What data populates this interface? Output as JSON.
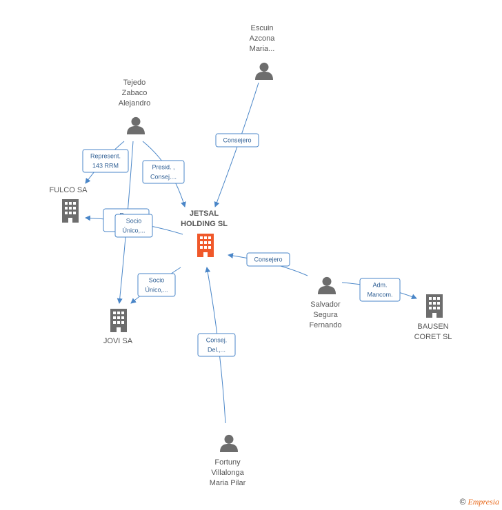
{
  "colors": {
    "edge": "#4a86c8",
    "person": "#6d6d6d",
    "company": "#6d6d6d",
    "main_company": "#f0582a"
  },
  "nodes": [
    {
      "id": "jetsal",
      "type": "company-main",
      "label": [
        "JETSAL",
        "HOLDING SL"
      ]
    },
    {
      "id": "escuin",
      "type": "person",
      "label": [
        "Escuin",
        "Azcona",
        "Maria..."
      ]
    },
    {
      "id": "tejedo",
      "type": "person",
      "label": [
        "Tejedo",
        "Zabaco",
        "Alejandro"
      ]
    },
    {
      "id": "fulco",
      "type": "company",
      "label": [
        "FULCO SA"
      ]
    },
    {
      "id": "jovi",
      "type": "company",
      "label": [
        "JOVI SA"
      ]
    },
    {
      "id": "salvador",
      "type": "person",
      "label": [
        "Salvador",
        "Segura",
        "Fernando"
      ]
    },
    {
      "id": "bausen",
      "type": "company",
      "label": [
        "BAUSEN",
        "CORET SL"
      ]
    },
    {
      "id": "fortuny",
      "type": "person",
      "label": [
        "Fortuny",
        "Villalonga",
        "Maria Pilar"
      ]
    }
  ],
  "edges": [
    {
      "id": "e1",
      "label": [
        "Consejero"
      ]
    },
    {
      "id": "e2",
      "label": [
        "Represent.",
        "143 RRM"
      ]
    },
    {
      "id": "e3",
      "label": [
        "Presid. ,",
        "Consej...."
      ]
    },
    {
      "id": "e4",
      "label": [
        "Re...",
        "1..."
      ]
    },
    {
      "id": "e5",
      "label": [
        "Socio",
        "Único,..."
      ]
    },
    {
      "id": "e6",
      "label": [
        "Socio",
        "Único,..."
      ]
    },
    {
      "id": "e7",
      "label": [
        "Consejero"
      ]
    },
    {
      "id": "e8",
      "label": [
        "Adm.",
        "Mancom."
      ]
    },
    {
      "id": "e9",
      "label": [
        "Consej.",
        "Del.,..."
      ]
    }
  ],
  "footer": {
    "copyright": "©",
    "brand": "Empresia"
  }
}
